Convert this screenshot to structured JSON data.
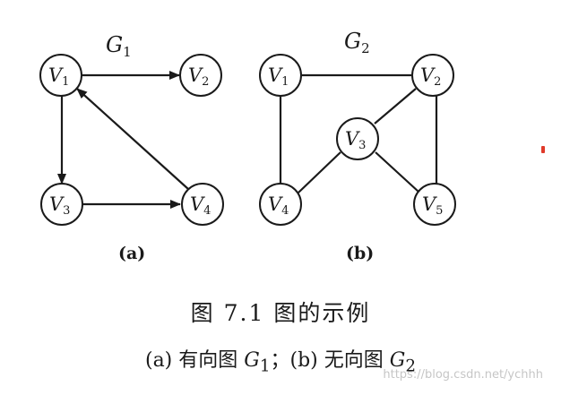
{
  "graphs": {
    "g1": {
      "title": "G",
      "title_sub": "1",
      "panel_label": "(a)",
      "vertices": [
        {
          "id": "v1",
          "label": "V",
          "sub": "1"
        },
        {
          "id": "v2",
          "label": "V",
          "sub": "2"
        },
        {
          "id": "v3",
          "label": "V",
          "sub": "3"
        },
        {
          "id": "v4",
          "label": "V",
          "sub": "4"
        }
      ],
      "edges": [
        {
          "from": "v1",
          "to": "v2",
          "directed": true
        },
        {
          "from": "v1",
          "to": "v3",
          "directed": true
        },
        {
          "from": "v3",
          "to": "v4",
          "directed": true
        },
        {
          "from": "v4",
          "to": "v1",
          "directed": true
        }
      ]
    },
    "g2": {
      "title": "G",
      "title_sub": "2",
      "panel_label": "(b)",
      "vertices": [
        {
          "id": "v1",
          "label": "V",
          "sub": "1"
        },
        {
          "id": "v2",
          "label": "V",
          "sub": "2"
        },
        {
          "id": "v3",
          "label": "V",
          "sub": "3"
        },
        {
          "id": "v4",
          "label": "V",
          "sub": "4"
        },
        {
          "id": "v5",
          "label": "V",
          "sub": "5"
        }
      ],
      "edges": [
        {
          "from": "v1",
          "to": "v2",
          "directed": false
        },
        {
          "from": "v1",
          "to": "v4",
          "directed": false
        },
        {
          "from": "v2",
          "to": "v3",
          "directed": false
        },
        {
          "from": "v2",
          "to": "v5",
          "directed": false
        },
        {
          "from": "v3",
          "to": "v4",
          "directed": false
        },
        {
          "from": "v3",
          "to": "v5",
          "directed": false
        }
      ]
    }
  },
  "caption": {
    "title": "图 7.1   图的示例",
    "sub_a_prefix": "(a) 有向图 ",
    "sub_a_letter": "G",
    "sub_a_index": "1",
    "sub_sep": "；(b) 无向图 ",
    "sub_b_letter": "G",
    "sub_b_index": "2"
  },
  "watermark": "https://blog.csdn.net/ychhh",
  "colors": {
    "ink": "#1a1a1a",
    "watermark": "#c6c6c6",
    "red_mark": "#e03a2a"
  }
}
